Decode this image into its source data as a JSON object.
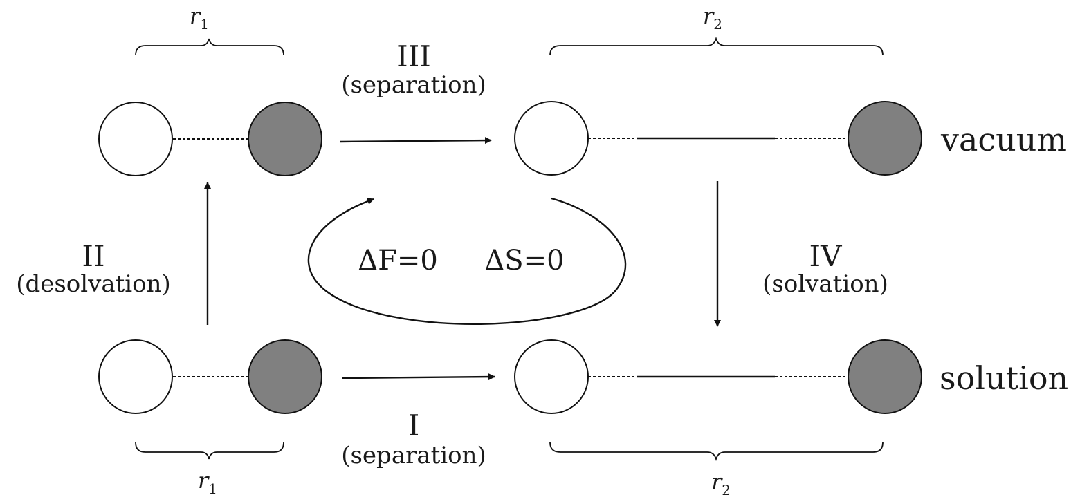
{
  "labels": {
    "r1": "r",
    "r1_sub": "1",
    "r2": "r",
    "r2_sub": "2"
  },
  "steps": {
    "I": {
      "numeral": "I",
      "label": "(separation)"
    },
    "II": {
      "numeral": "II",
      "label": "(desolvation)"
    },
    "III": {
      "numeral": "III",
      "label": "(separation)"
    },
    "IV": {
      "numeral": "IV",
      "label": "(solvation)"
    }
  },
  "states": {
    "vacuum": "vacuum",
    "solution": "solution"
  },
  "cycle": {
    "free_energy": "ΔF=0",
    "entropy": "ΔS=0"
  },
  "colors": {
    "open_particle": "#ffffff",
    "filled_particle": "#808080",
    "ink": "#111111"
  }
}
